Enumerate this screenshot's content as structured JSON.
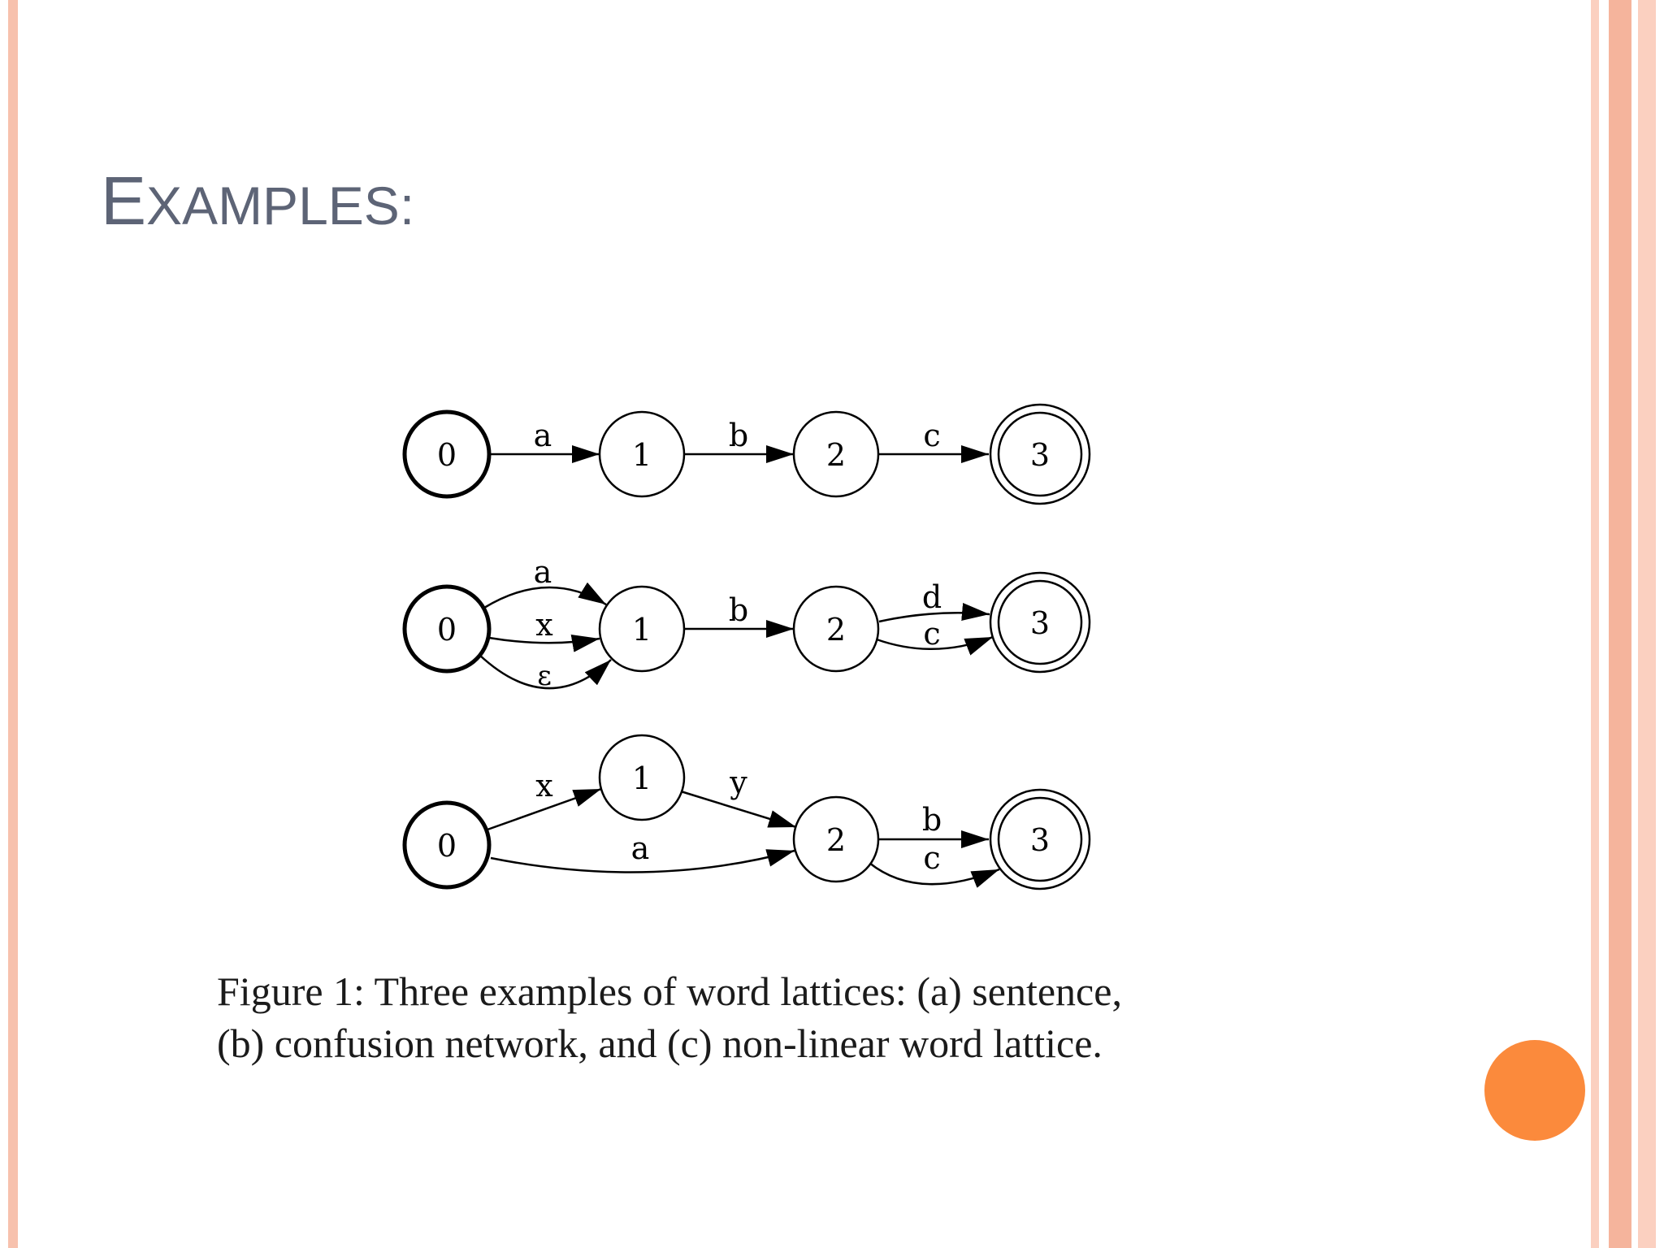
{
  "slide": {
    "title_first_letter": "E",
    "title_rest": "XAMPLES:"
  },
  "colors": {
    "border_left": "#f7c1ad",
    "border_right_light": "#fbd0c0",
    "border_right_dark": "#f5b49c",
    "accent_circle": "#fb8a3c",
    "title": "#5d6476"
  },
  "figure": {
    "lattice_a": {
      "nodes": [
        "0",
        "1",
        "2",
        "3"
      ],
      "edges": [
        {
          "from": "0",
          "to": "1",
          "label": "a"
        },
        {
          "from": "1",
          "to": "2",
          "label": "b"
        },
        {
          "from": "2",
          "to": "3",
          "label": "c"
        }
      ]
    },
    "lattice_b": {
      "nodes": [
        "0",
        "1",
        "2",
        "3"
      ],
      "edges": [
        {
          "from": "0",
          "to": "1",
          "label": "a"
        },
        {
          "from": "0",
          "to": "1",
          "label": "x"
        },
        {
          "from": "0",
          "to": "1",
          "label": "ε"
        },
        {
          "from": "1",
          "to": "2",
          "label": "b"
        },
        {
          "from": "2",
          "to": "3",
          "label": "d"
        },
        {
          "from": "2",
          "to": "3",
          "label": "c"
        }
      ]
    },
    "lattice_c": {
      "nodes": [
        "0",
        "1",
        "2",
        "3"
      ],
      "edges": [
        {
          "from": "0",
          "to": "1",
          "label": "x"
        },
        {
          "from": "1",
          "to": "2",
          "label": "y"
        },
        {
          "from": "0",
          "to": "2",
          "label": "a"
        },
        {
          "from": "2",
          "to": "3",
          "label": "b"
        },
        {
          "from": "2",
          "to": "3",
          "label": "c"
        }
      ]
    },
    "caption_line1": "Figure 1:  Three examples of word lattices:  (a) sentence,",
    "caption_line2": "(b) confusion network, and (c) non-linear word lattice."
  }
}
